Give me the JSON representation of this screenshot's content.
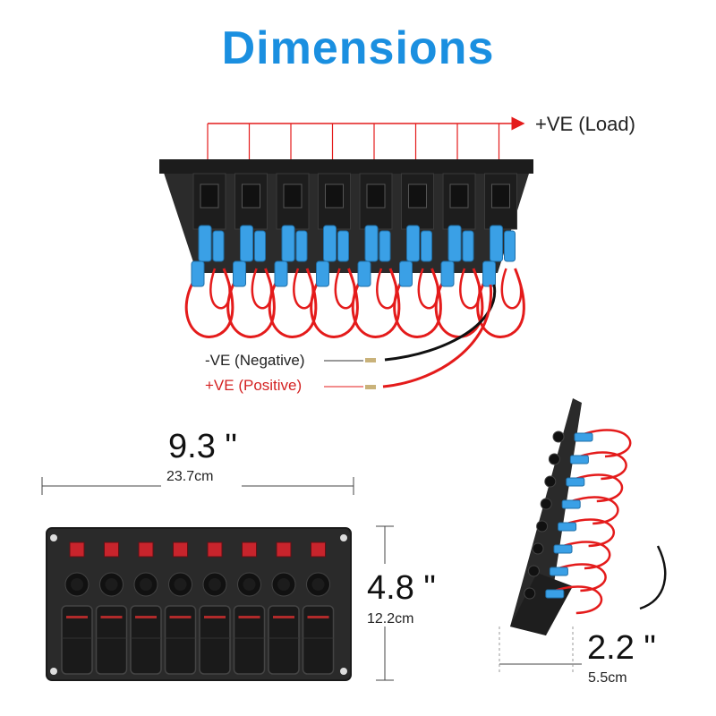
{
  "title": "Dimensions",
  "wiring": {
    "load_label": "+VE  (Load)",
    "negative_label": "-VE  (Negative)",
    "positive_label": "+VE  (Positive)",
    "switch_count": 8
  },
  "dimensions": {
    "width_in": "9.3 \"",
    "width_cm": "23.7cm",
    "height_in": "4.8 \"",
    "height_cm": "12.2cm",
    "depth_in": "2.2 \"",
    "depth_cm": "5.5cm"
  },
  "colors": {
    "title": "#1a8fe0",
    "wire_red": "#e41b1b",
    "wire_black": "#111111",
    "connector_blue": "#3aa0e6",
    "panel": "#2a2a2a",
    "led": "#c8242c"
  }
}
